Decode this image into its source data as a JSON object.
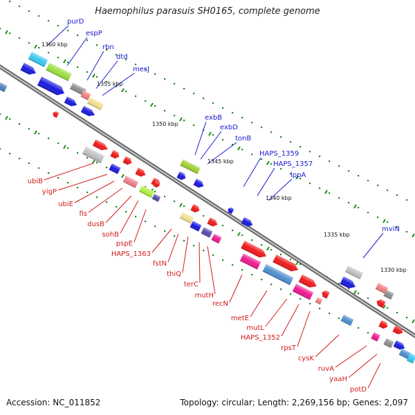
{
  "title": "Haemophilus parasuis SH0165, complete genome",
  "footer": {
    "accession": "Accession: NC_011852",
    "info": "Topology: circular; Length: 2,269,156 bp; Genes: 2,097"
  },
  "colors": {
    "outer_label": "#1a1ad0",
    "inner_label": "#d01a1a",
    "backbone": "#8a8a8a",
    "tick": "#1c8c1c"
  },
  "kbp_markers": [
    "1360 kbp",
    "1355 kbp",
    "1350 kbp",
    "1345 kbp",
    "1340 kbp",
    "1335 kbp",
    "1330 kbp"
  ],
  "genes": {
    "outer": [
      "purD",
      "espP",
      "rbn",
      "dtd",
      "mesJ",
      "exbB",
      "exbD",
      "tonB",
      "HAPS_1359",
      "HAPS_1357",
      "lppA",
      "mviN"
    ],
    "inner": [
      "ubiB",
      "yigP",
      "ubiE",
      "fis",
      "dusB",
      "sohB",
      "pspE",
      "HAPS_1363",
      "fstN",
      "thiQ",
      "terC",
      "mutH",
      "recN",
      "metE",
      "mutL",
      "HAPS_1352",
      "rpsT",
      "cysK",
      "ruvA",
      "yaaH",
      "potD"
    ]
  }
}
